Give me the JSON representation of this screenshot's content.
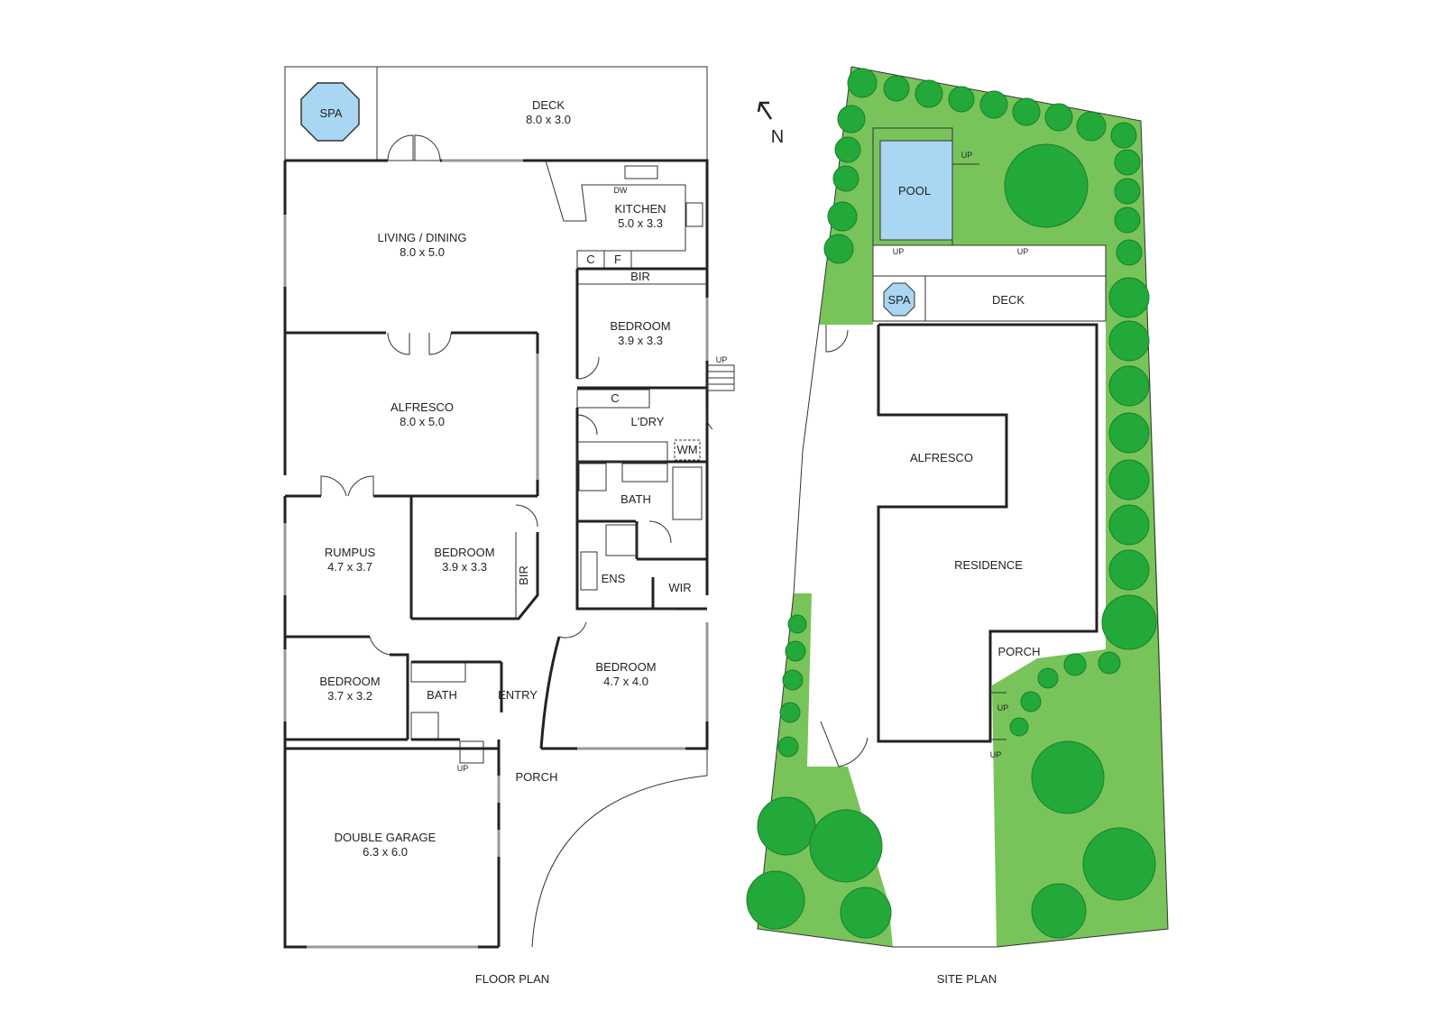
{
  "floor_plan": {
    "caption": "FLOOR PLAN",
    "rooms": {
      "spa": "SPA",
      "deck": {
        "name": "DECK",
        "size": "8.0 x 3.0"
      },
      "kitchen": {
        "name": "KITCHEN",
        "size": "5.0 x 3.3"
      },
      "living": {
        "name": "LIVING / DINING",
        "size": "8.0 x 5.0"
      },
      "bedroom_ne": {
        "name": "BEDROOM",
        "size": "3.9 x 3.3"
      },
      "alfresco": {
        "name": "ALFRESCO",
        "size": "8.0 x 5.0"
      },
      "laundry": "L'DRY",
      "bath_main": "BATH",
      "rumpus": {
        "name": "RUMPUS",
        "size": "4.7 x 3.7"
      },
      "bedroom_mid": {
        "name": "BEDROOM",
        "size": "3.9 x 3.3"
      },
      "ensuite": "ENS",
      "wir": "WIR",
      "bedroom_master": {
        "name": "BEDROOM",
        "size": "4.7 x 4.0"
      },
      "bedroom_w": {
        "name": "BEDROOM",
        "size": "3.7 x 3.2"
      },
      "bath_small": "BATH",
      "entry": "ENTRY",
      "porch": "PORCH",
      "garage": {
        "name": "DOUBLE GARAGE",
        "size": "6.3 x 6.0"
      }
    },
    "fixtures": {
      "dishwasher": "DW",
      "cupboard": "C",
      "fridge": "F",
      "built_in_robe": "BIR",
      "washing_machine": "WM",
      "up": "UP"
    }
  },
  "site_plan": {
    "caption": "SITE PLAN",
    "north": "N",
    "labels": {
      "pool": "POOL",
      "spa": "SPA",
      "deck": "DECK",
      "alfresco": "ALFRESCO",
      "residence": "RESIDENCE",
      "porch": "PORCH",
      "up": "UP"
    }
  },
  "colors": {
    "lawn": "#78c45a",
    "tree": "#22a93a",
    "pool": "#a9d6f2",
    "spa": "#a9d6f2",
    "wall": "#222222"
  }
}
